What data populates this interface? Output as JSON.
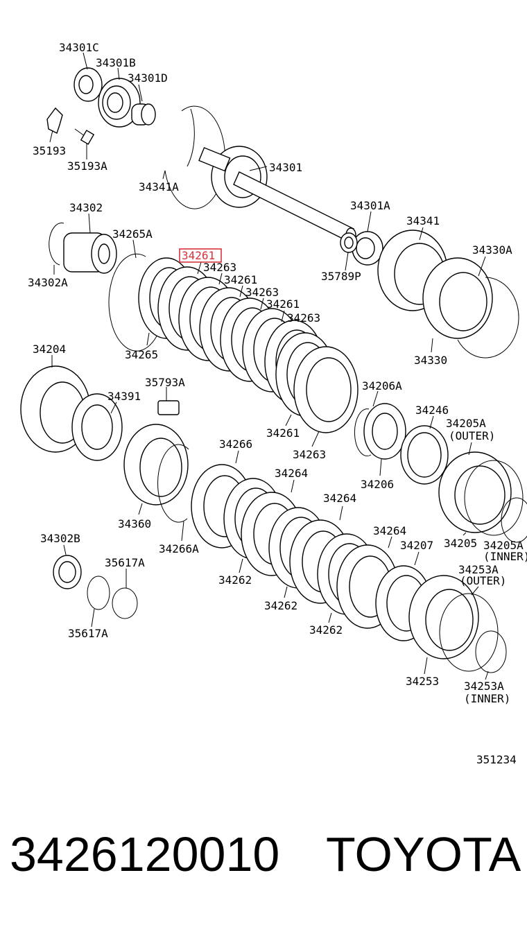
{
  "labels": {
    "l34301C": "34301C",
    "l34301B": "34301B",
    "l34301D": "34301D",
    "l35193": "35193",
    "l35193A": "35193A",
    "l34341A": "34341A",
    "l34301": "34301",
    "l34302": "34302",
    "l34302A": "34302A",
    "l34265A": "34265A",
    "l34261_hl": "34261",
    "l34263_1": "34263",
    "l34261_2": "34261",
    "l34263_2": "34263",
    "l34261_3": "34261",
    "l34263_3": "34263",
    "l34265": "34265",
    "l34301A": "34301A",
    "l34341": "34341",
    "l34330A": "34330A",
    "l35789P": "35789P",
    "l34330": "34330",
    "l34204": "34204",
    "l35793A": "35793A",
    "l34391": "34391",
    "l34206A": "34206A",
    "l34246": "34246",
    "l34205A_outer": "34205A",
    "l34205A_outer_sub": "(OUTER)",
    "l34261_4": "34261",
    "l34263_4": "34263",
    "l34266": "34266",
    "l34264_1": "34264",
    "l34206": "34206",
    "l34360": "34360",
    "l34264_2": "34264",
    "l34205": "34205",
    "l34205A_inner": "34205A",
    "l34205A_inner_sub": "(INNER)",
    "l34266A": "34266A",
    "l34302B": "34302B",
    "l34264_3": "34264",
    "l34207": "34207",
    "l35617A_1": "35617A",
    "l34253A_outer": "34253A",
    "l34253A_outer_sub": "(OUTER)",
    "l34262_1": "34262",
    "l34262_2": "34262",
    "l34262_3": "34262",
    "l35617A_2": "35617A",
    "l34253": "34253",
    "l34253A_inner": "34253A",
    "l34253A_inner_sub": "(INNER)",
    "l351234": "351234"
  },
  "highlight": {
    "part": "34261",
    "color": "#d8323c"
  },
  "footer": {
    "part_number": "3426120010",
    "brand": "TOYOTA"
  }
}
